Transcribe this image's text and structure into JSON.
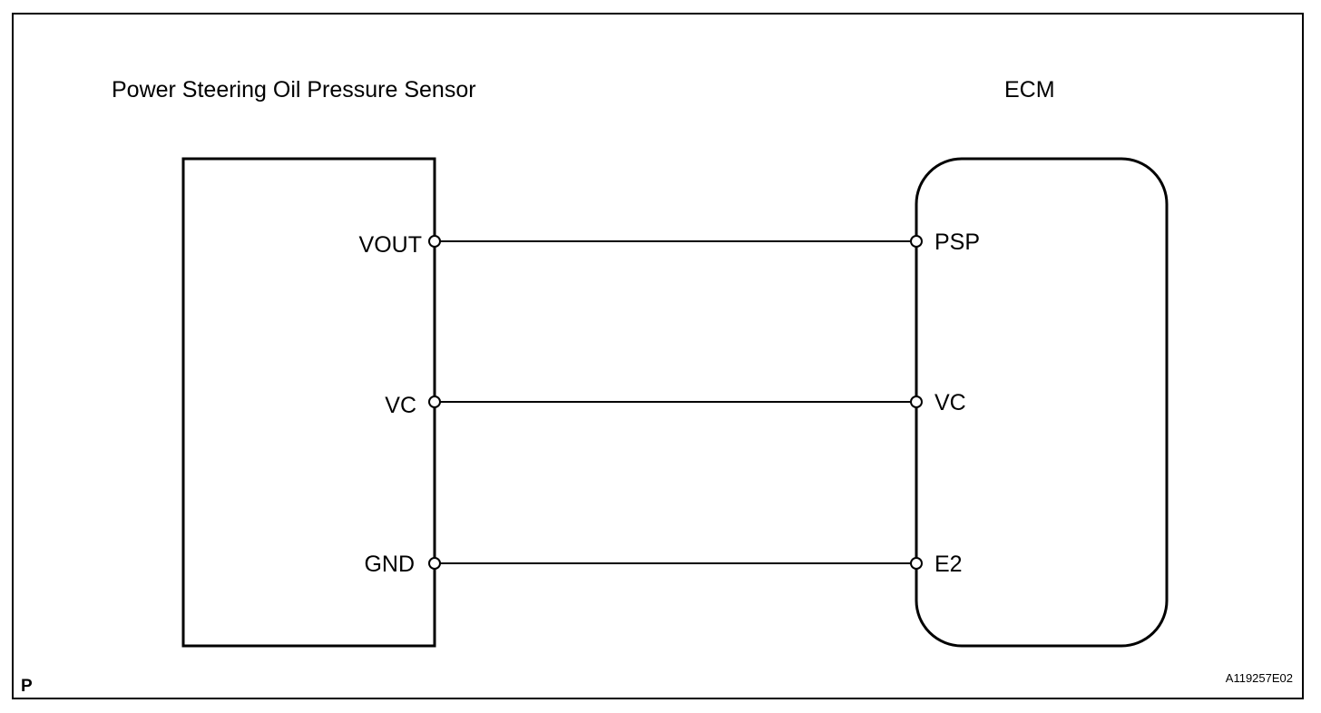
{
  "sensor": {
    "title": "Power Steering Oil Pressure Sensor",
    "pins": [
      "VOUT",
      "VC",
      "GND"
    ]
  },
  "ecm": {
    "title": "ECM",
    "pins": [
      "PSP",
      "VC",
      "E2"
    ]
  },
  "connections": [
    {
      "from": "VOUT",
      "to": "PSP"
    },
    {
      "from": "VC",
      "to": "VC"
    },
    {
      "from": "GND",
      "to": "E2"
    }
  ],
  "footer": {
    "corner_mark": "P",
    "figure_code": "A119257E02"
  },
  "colors": {
    "line": "#000000",
    "background": "#ffffff"
  }
}
